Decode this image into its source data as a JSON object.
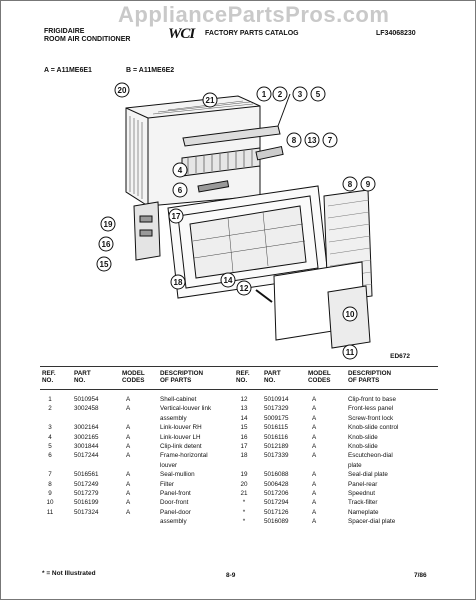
{
  "header": {
    "brand": "FRIGIDAIRE",
    "subtitle": "ROOM AIR CONDITIONER",
    "logo": "WCI",
    "catalog": "FACTORY PARTS CATALOG",
    "catalog_no": "LF34068230",
    "watermark": "AppliancePartsPros.com"
  },
  "models": {
    "a": "A = A11ME6E1",
    "b": "B = A11ME6E2"
  },
  "diagram": {
    "code": "ED672",
    "callouts": [
      "1",
      "2",
      "3",
      "4",
      "5",
      "6",
      "7",
      "8",
      "9",
      "10",
      "11",
      "12",
      "13",
      "14",
      "15",
      "16",
      "17",
      "18",
      "19",
      "20",
      "21"
    ]
  },
  "table_headers": {
    "ref": "REF. NO.",
    "part": "PART NO.",
    "model": "MODEL CODES",
    "desc": "DESCRIPTION OF PARTS"
  },
  "left_rows": [
    {
      "ref": "1",
      "part": "5010954",
      "code": "A",
      "desc": "Shell-cabinet"
    },
    {
      "ref": "2",
      "part": "3002458",
      "code": "A",
      "desc": "Vertical-louver link"
    },
    {
      "ref": "",
      "part": "",
      "code": "",
      "desc": "assembly"
    },
    {
      "ref": "3",
      "part": "3002164",
      "code": "A",
      "desc": "Link-louver RH"
    },
    {
      "ref": "4",
      "part": "3002165",
      "code": "A",
      "desc": "Link-louver LH"
    },
    {
      "ref": "5",
      "part": "3001844",
      "code": "A",
      "desc": "Clip-link detent"
    },
    {
      "ref": "6",
      "part": "5017244",
      "code": "A",
      "desc": "Frame-horizontal"
    },
    {
      "ref": "",
      "part": "",
      "code": "",
      "desc": "louver"
    },
    {
      "ref": "7",
      "part": "5016561",
      "code": "A",
      "desc": "Seal-mullion"
    },
    {
      "ref": "8",
      "part": "5017249",
      "code": "A",
      "desc": "Filter"
    },
    {
      "ref": "9",
      "part": "5017279",
      "code": "A",
      "desc": "Panel-front"
    },
    {
      "ref": "10",
      "part": "5016199",
      "code": "A",
      "desc": "Door-front"
    },
    {
      "ref": "11",
      "part": "5017324",
      "code": "A",
      "desc": "Panel-door"
    },
    {
      "ref": "",
      "part": "",
      "code": "",
      "desc": "assembly"
    }
  ],
  "right_rows": [
    {
      "ref": "12",
      "part": "5010914",
      "code": "A",
      "desc": "Clip-front to base"
    },
    {
      "ref": "13",
      "part": "5017329",
      "code": "A",
      "desc": "Front-less panel"
    },
    {
      "ref": "14",
      "part": "5009175",
      "code": "A",
      "desc": "Screw-front lock"
    },
    {
      "ref": "15",
      "part": "5016115",
      "code": "A",
      "desc": "Knob-slide control"
    },
    {
      "ref": "16",
      "part": "5016116",
      "code": "A",
      "desc": "Knob-slide"
    },
    {
      "ref": "17",
      "part": "5012189",
      "code": "A",
      "desc": "Knob-slide"
    },
    {
      "ref": "18",
      "part": "5017339",
      "code": "A",
      "desc": "Escutcheon-dial"
    },
    {
      "ref": "",
      "part": "",
      "code": "",
      "desc": "plate"
    },
    {
      "ref": "19",
      "part": "5016088",
      "code": "A",
      "desc": "Seal-dial plate"
    },
    {
      "ref": "20",
      "part": "5006428",
      "code": "A",
      "desc": "Panel-rear"
    },
    {
      "ref": "21",
      "part": "5017206",
      "code": "A",
      "desc": "Speednut"
    },
    {
      "ref": "*",
      "part": "5017294",
      "code": "A",
      "desc": "Track-filter"
    },
    {
      "ref": "*",
      "part": "5017126",
      "code": "A",
      "desc": "Nameplate"
    },
    {
      "ref": "*",
      "part": "5016089",
      "code": "A",
      "desc": "Spacer-dial plate"
    }
  ],
  "footer": {
    "note": "* = Not Illustrated",
    "page": "8-9",
    "date": "7/86"
  }
}
